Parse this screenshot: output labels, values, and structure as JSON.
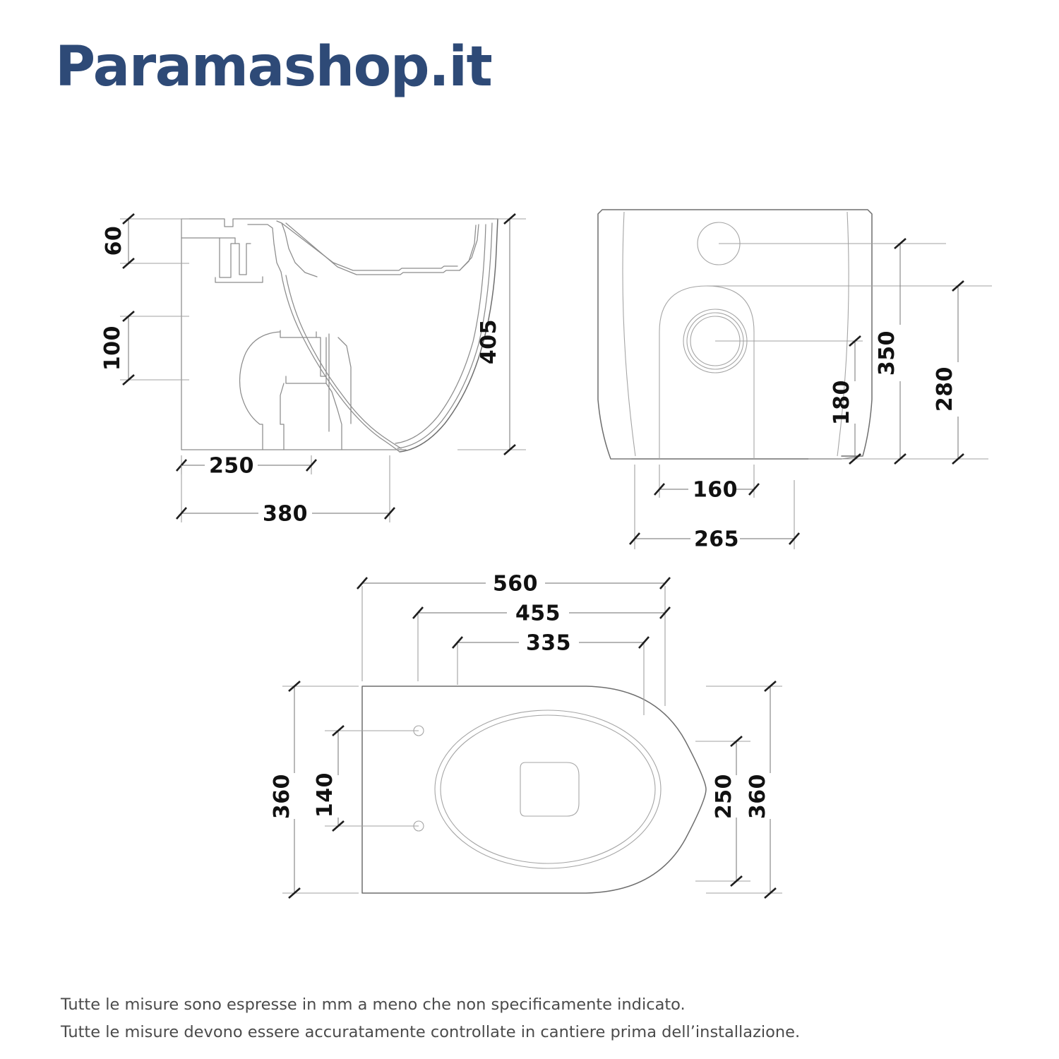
{
  "brand": {
    "name": "Paramashop.it",
    "color": "#2e4a77"
  },
  "document": {
    "kind": "technical-drawing",
    "subject": "WC / toilet pan",
    "unit": "mm"
  },
  "footer": {
    "line1": "Tutte le misure sono espresse in mm a meno che non specificamente indicato.",
    "line2": "Tutte le misure devono essere accuratamente controllate in cantiere prima dell’installazione."
  },
  "views": {
    "side": {
      "name": "side-elevation-view",
      "dimensions": {
        "d60": "60",
        "d100": "100",
        "d405": "405",
        "d250": "250",
        "d380": "380"
      }
    },
    "rear": {
      "name": "rear-elevation-view",
      "dimensions": {
        "d180": "180",
        "d350": "350",
        "d280": "280",
        "d160": "160",
        "d265": "265"
      }
    },
    "plan": {
      "name": "plan-top-view",
      "dimensions": {
        "d560": "560",
        "d455": "455",
        "d335": "335",
        "d360_left": "360",
        "d140": "140",
        "d250": "250",
        "d360_right": "360"
      }
    }
  },
  "colors": {
    "brand": "#2e4a77",
    "outline": "#8c8c8c",
    "dimension_line": "#8a8a8a",
    "dimension_text": "#111111",
    "footer_text": "#4b4b4b",
    "background": "#ffffff"
  }
}
